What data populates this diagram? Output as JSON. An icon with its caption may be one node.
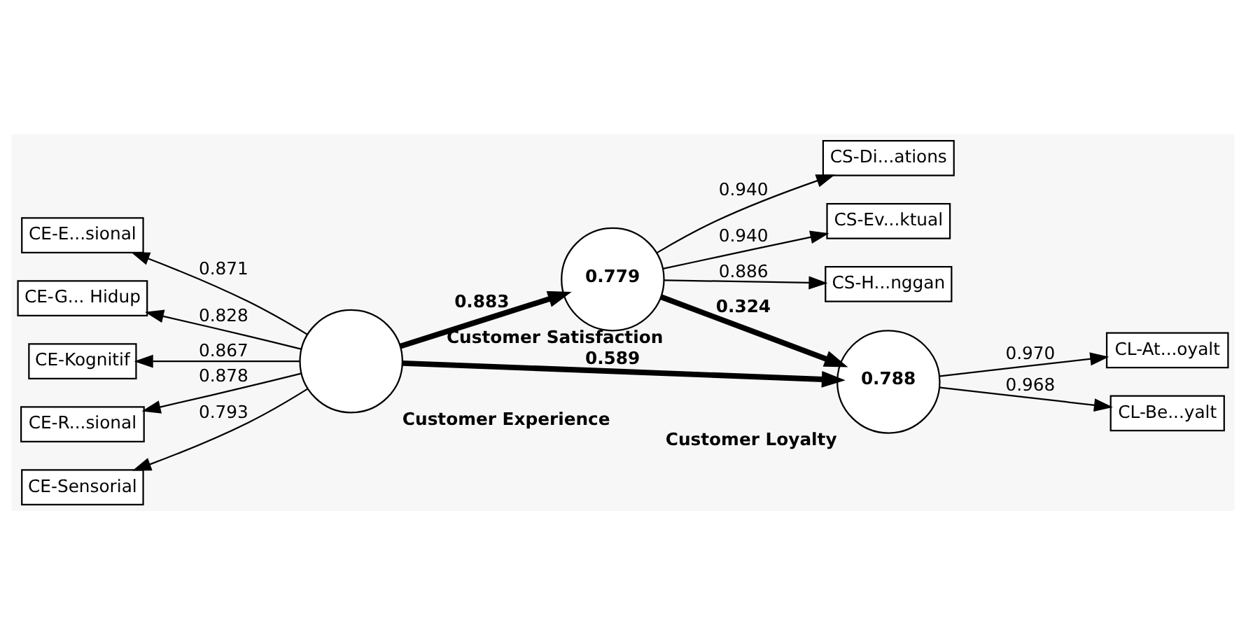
{
  "diagram": {
    "nodes": [
      {
        "text": [
          "CS-Di...ations"
        ]
      },
      {
        "text": [
          "CS-Ev...ktual"
        ]
      },
      {
        "text": [
          "CS-H...nggan"
        ]
      },
      {
        "text": [
          "0.779"
        ],
        "beside": [
          "Customer Satisfaction"
        ]
      },
      {
        "text": [
          "CE-E...sional"
        ]
      },
      {
        "text": [
          "CE-G... Hidup"
        ]
      },
      {
        "text": [
          "CE-Kognitif"
        ]
      },
      {
        "text": [
          "CE-R...sional"
        ]
      },
      {
        "text": [
          "CE-Sensorial"
        ]
      },
      {
        "text": [],
        "shape": "circle",
        "beside": [
          "Customer Experience"
        ]
      },
      {
        "text": [
          "0.788"
        ],
        "beside": [
          "Customer Loyalty"
        ]
      },
      {
        "text": [
          "CL-At...oyalt"
        ]
      },
      {
        "text": [
          "CL-Be...yalt"
        ]
      }
    ],
    "edges": [
      {
        "from": 3,
        "to": 0,
        "arrow": "to",
        "label": "0.940"
      },
      {
        "from": 3,
        "to": 1,
        "arrow": "to",
        "label": "0.940"
      },
      {
        "from": 3,
        "to": 2,
        "arrow": "to",
        "label": "0.886"
      },
      {
        "from": 9,
        "to": 4,
        "arrow": "to",
        "label": "0.871"
      },
      {
        "from": 9,
        "to": 5,
        "arrow": "to",
        "label": "0.828"
      },
      {
        "from": 9,
        "to": 6,
        "arrow": "to",
        "label": "0.867"
      },
      {
        "from": 9,
        "to": 7,
        "arrow": "to",
        "label": "0.878"
      },
      {
        "from": 9,
        "to": 8,
        "arrow": "to",
        "label": "0.793"
      },
      {
        "from": 9,
        "to": 3,
        "arrow": "to",
        "label": "0.883",
        "style": "thick"
      },
      {
        "from": 3,
        "to": 10,
        "arrow": "to",
        "label": "0.324",
        "style": "thick"
      },
      {
        "from": 9,
        "to": 10,
        "arrow": "to",
        "label": "0.589",
        "style": "thick"
      },
      {
        "from": 10,
        "to": 11,
        "arrow": "to",
        "label": "0.970"
      },
      {
        "from": 10,
        "to": 12,
        "arrow": "to",
        "label": "0.968"
      }
    ]
  }
}
